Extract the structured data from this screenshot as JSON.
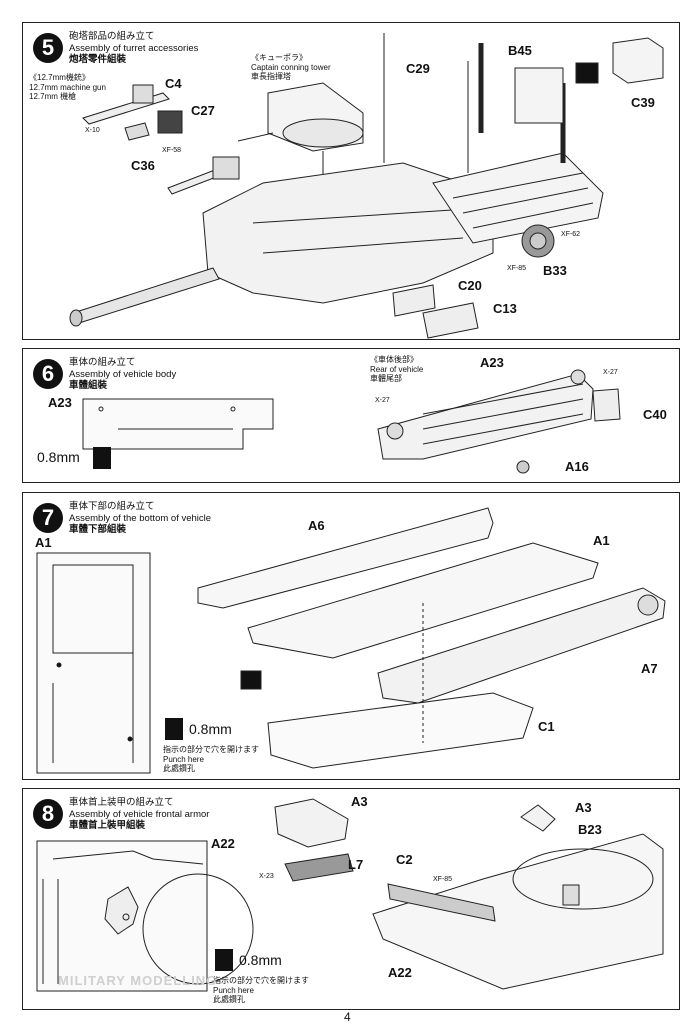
{
  "steps": [
    {
      "number": "5",
      "title_jp": "砲塔部品の組み立て",
      "title_en": "Assembly of turret accessories",
      "title_cn": "炮塔零件組裝",
      "notes": {
        "mg_jp": "《12.7mm機銃》",
        "mg_en": "12.7mm machine gun",
        "mg_cn": "12.7mm 機槍",
        "cupola_jp": "《キューポラ》",
        "cupola_en": "Captain conning tower",
        "cupola_cn": "車長指揮塔"
      },
      "labels": [
        "C4",
        "C27",
        "C36",
        "X-10",
        "XF-58",
        "C29",
        "B45",
        "C39",
        "XF-62",
        "XF-85",
        "B33",
        "C20",
        "C13"
      ]
    },
    {
      "number": "6",
      "title_jp": "車体の組み立て",
      "title_en": "Assembly of vehicle body",
      "title_cn": "車體組裝",
      "notes": {
        "rear_jp": "《車体後部》",
        "rear_en": "Rear of vehicle",
        "rear_cn": "車體尾部"
      },
      "drill": "0.8mm",
      "labels": [
        "A23",
        "A23",
        "X-27",
        "X-27",
        "C40",
        "A16"
      ]
    },
    {
      "number": "7",
      "title_jp": "車体下部の組み立て",
      "title_en": "Assembly of the bottom of vehicle",
      "title_cn": "車體下部組裝",
      "drill": "0.8mm",
      "punch_jp": "指示の部分で穴を開けます",
      "punch_en": "Punch here",
      "punch_cn": "此處鑽孔",
      "labels": [
        "A1",
        "A6",
        "A1",
        "A7",
        "C1"
      ]
    },
    {
      "number": "8",
      "title_jp": "車体首上装甲の組み立て",
      "title_en": "Assembly of vehicle frontal armor",
      "title_cn": "車體首上裝甲組裝",
      "drill": "0.8mm",
      "punch_jp": "指示の部分で穴を開けます",
      "punch_en": "Punch here",
      "punch_cn": "此處鑽孔",
      "labels": [
        "A22",
        "A3",
        "X-23",
        "L7",
        "A3",
        "B23",
        "C2",
        "XF-85",
        "A22"
      ]
    }
  ],
  "watermark": "MILITARY MODELLING",
  "page_number": "4"
}
